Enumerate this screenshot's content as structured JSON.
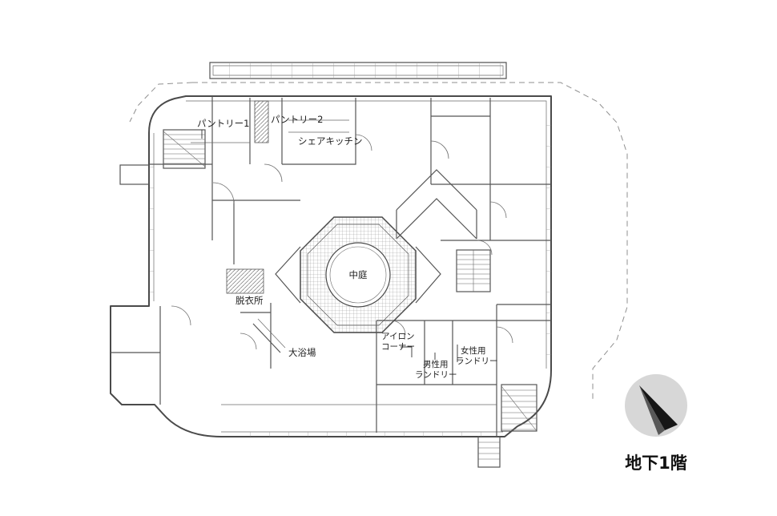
{
  "page": {
    "floor_title": "地下1階"
  },
  "plan": {
    "rooms": {
      "pantry1": "パントリー1",
      "pantry2": "パントリー2",
      "share_kitchen": "シェアキッチン",
      "courtyard": "中庭",
      "dressing_room": "脱衣所",
      "large_bath": "大浴場",
      "iron_corner": {
        "line1": "アイロン",
        "line2": "コーナー"
      },
      "mens_laundry": {
        "line1": "男性用",
        "line2": "ランドリー"
      },
      "womens_laundry": {
        "line1": "女性用",
        "line2": "ランドリー"
      }
    }
  },
  "compass": {
    "icon": "north-arrow"
  },
  "colors": {
    "background": "#ffffff",
    "wall_line": "#4a4a4a",
    "dashed_boundary": "#8f8f8f",
    "compass_circle": "#d7d7d7",
    "compass_needle_dark": "#161616",
    "compass_needle_mid": "#585858",
    "label_text": "#1f1f1f"
  }
}
